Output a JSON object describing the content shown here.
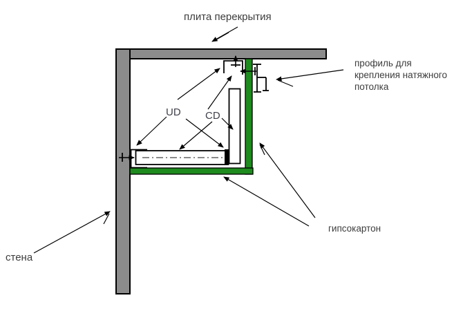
{
  "diagram": {
    "type": "construction-cross-section",
    "subject": "drywall ceiling box with stretch-ceiling mounting profile at wall/slab corner",
    "labels": {
      "slab": "плита перекрытия",
      "profile": {
        "lines": {
          "0": "профиль для",
          "1": "крепления натяжного",
          "2": "потолка"
        }
      },
      "drywall": "гипсокартон",
      "wall": "стена",
      "ud": "UD",
      "cd": "CD"
    },
    "colors": {
      "concrete_gray": "#8c8c8c",
      "drywall_green": "#1e8b1e",
      "outline_black": "#000000",
      "text_color": "#3c3c3c",
      "background": "#ffffff"
    }
  }
}
